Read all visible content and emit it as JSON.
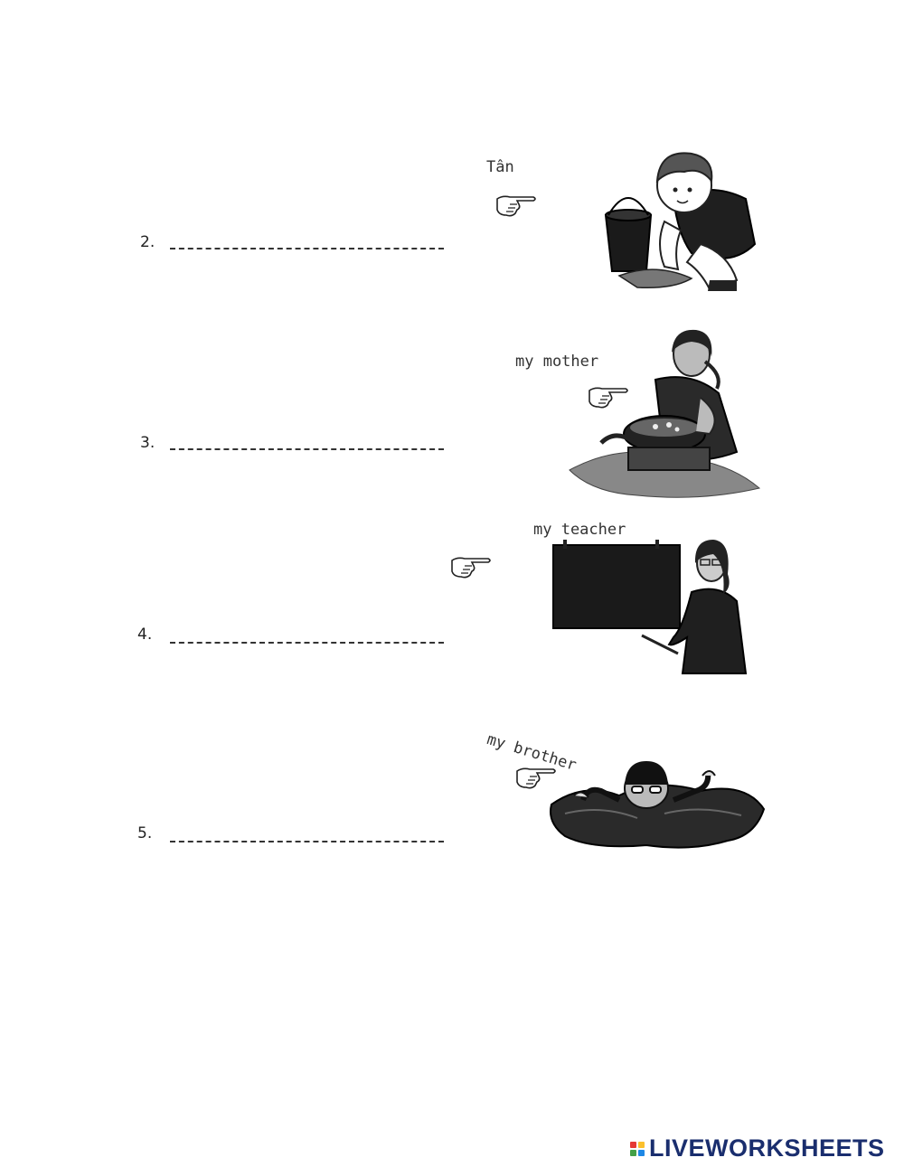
{
  "questions": [
    {
      "number": "2.",
      "subject": "Tân"
    },
    {
      "number": "3.",
      "subject": "my mother"
    },
    {
      "number": "4.",
      "subject": "my teacher"
    },
    {
      "number": "5.",
      "subject": "my brother"
    }
  ],
  "answers": [
    "",
    "",
    "",
    ""
  ],
  "watermark": {
    "text": "LIVEWORKSHEETS",
    "color": "#1a2e6e",
    "block_colors": [
      "#e53935",
      "#fbc02d",
      "#43a047",
      "#1e88e5"
    ]
  },
  "icons": [
    "pointing-hand-icon"
  ]
}
